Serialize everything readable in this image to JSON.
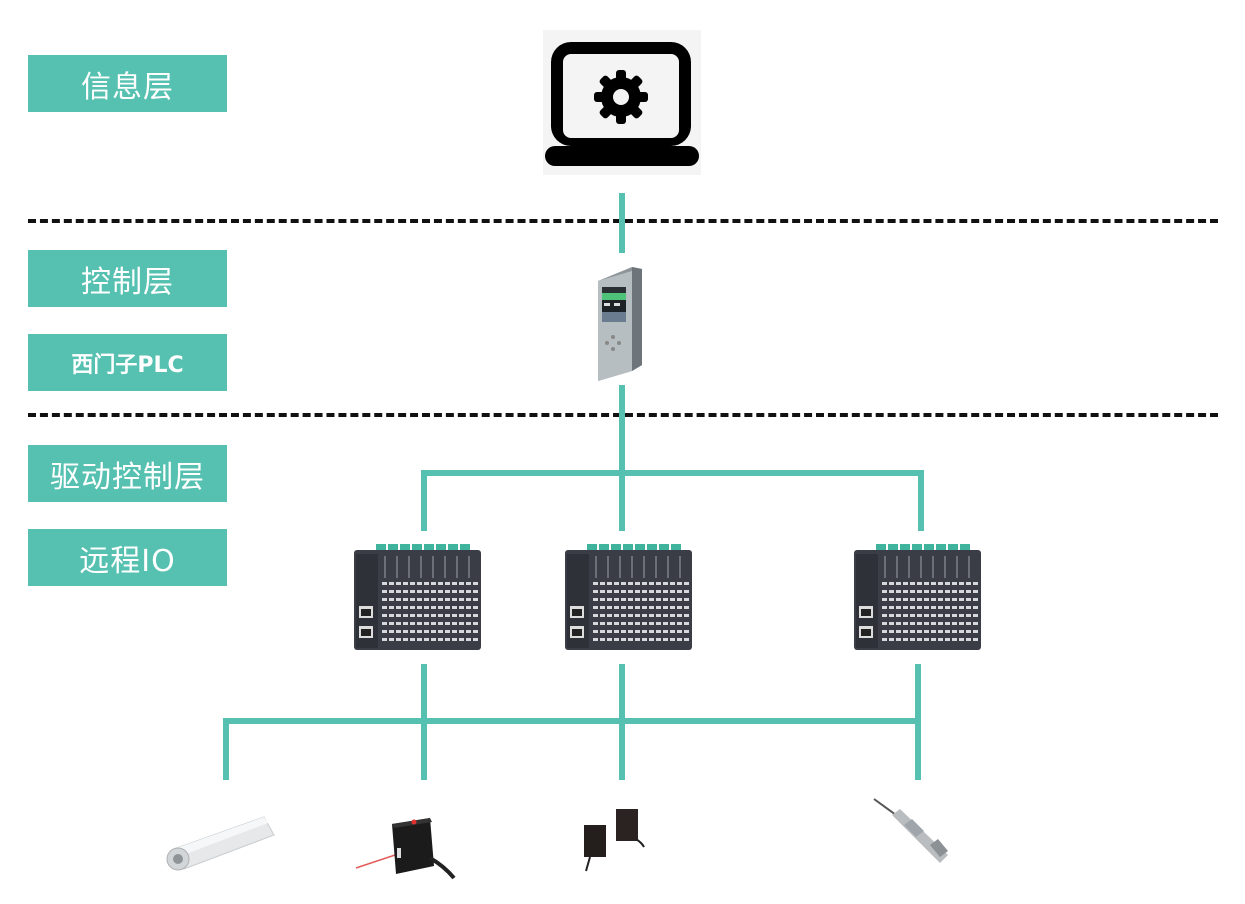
{
  "colors": {
    "accent": "#56c1b0",
    "label_text": "#ffffff",
    "divider": "#111111"
  },
  "layers": [
    {
      "id": "info",
      "label": "信息层"
    },
    {
      "id": "control",
      "label": "控制层"
    },
    {
      "id": "plc",
      "label": "西门子PLC"
    },
    {
      "id": "drive",
      "label": "驱动控制层"
    },
    {
      "id": "remote-io",
      "label": "远程IO"
    }
  ],
  "nodes": {
    "computer": {
      "icon": "laptop-gear-icon"
    },
    "plc": {
      "icon": "siemens-plc-icon"
    },
    "io_modules": [
      {
        "icon": "remote-io-module-icon"
      },
      {
        "icon": "remote-io-module-icon"
      },
      {
        "icon": "remote-io-module-icon"
      }
    ],
    "field_devices": [
      {
        "icon": "electric-cylinder-icon"
      },
      {
        "icon": "laser-photoelectric-sensor-icon"
      },
      {
        "icon": "photoelectric-sensor-pair-icon"
      },
      {
        "icon": "pressure-transmitter-icon"
      }
    ]
  }
}
